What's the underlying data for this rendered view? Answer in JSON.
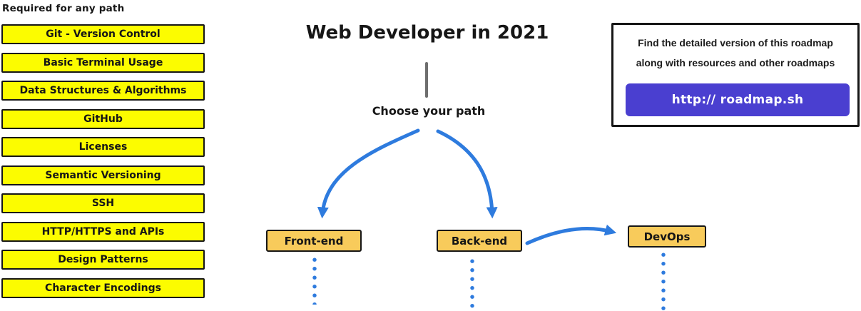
{
  "left_column": {
    "heading": "Required for any path",
    "items": [
      "Git - Version Control",
      "Basic Terminal Usage",
      "Data Structures & Algorithms",
      "GitHub",
      "Licenses",
      "Semantic Versioning",
      "SSH",
      "HTTP/HTTPS and APIs",
      "Design Patterns",
      "Character Encodings"
    ]
  },
  "center": {
    "title": "Web Developer in 2021",
    "choose_label": "Choose your path",
    "paths": [
      {
        "label": "Front-end"
      },
      {
        "label": "Back-end"
      },
      {
        "label": "DevOps"
      }
    ]
  },
  "info_box": {
    "line1": "Find the detailed version of this roadmap",
    "line2": "along with resources and other roadmaps",
    "button_label": "http:// roadmap.sh"
  },
  "colors": {
    "topic_box_yellow": "#FCFC00",
    "path_box_amber": "#F8CB5B",
    "arrow_blue": "#2E7BDE",
    "button_purple": "#4A3FD0",
    "border_black": "#161616",
    "connector_gray": "#6E6E6E"
  }
}
